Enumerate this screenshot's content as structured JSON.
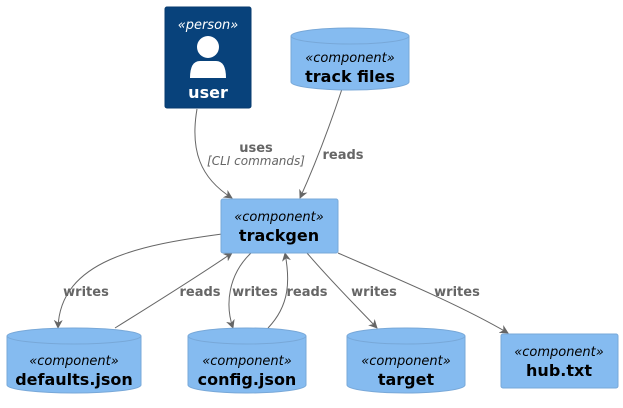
{
  "colors": {
    "person_fill": "#08427B",
    "component_fill": "#85BBF0",
    "component_stroke": "#78A8D8",
    "edge": "#666666",
    "text_dark": "#000000",
    "text_light": "#FFFFFF"
  },
  "nodes": {
    "user": {
      "stereotype": "«person»",
      "name": "user",
      "icon": "person-icon"
    },
    "track_files": {
      "stereotype": "«component»",
      "name": "track files"
    },
    "trackgen": {
      "stereotype": "«component»",
      "name": "trackgen"
    },
    "defaults_json": {
      "stereotype": "«component»",
      "name": "defaults.json"
    },
    "config_json": {
      "stereotype": "«component»",
      "name": "config.json"
    },
    "target": {
      "stereotype": "«component»",
      "name": "target"
    },
    "hub_txt": {
      "stereotype": "«component»",
      "name": "hub.txt"
    }
  },
  "edges": {
    "user_uses": {
      "label": "uses",
      "technology": "[CLI commands]"
    },
    "trackfiles_reads": {
      "label": "reads"
    },
    "defaults_writes": {
      "label": "writes"
    },
    "defaults_reads": {
      "label": "reads"
    },
    "config_writes": {
      "label": "writes"
    },
    "config_reads": {
      "label": "reads"
    },
    "target_writes": {
      "label": "writes"
    },
    "hub_writes": {
      "label": "writes"
    }
  }
}
